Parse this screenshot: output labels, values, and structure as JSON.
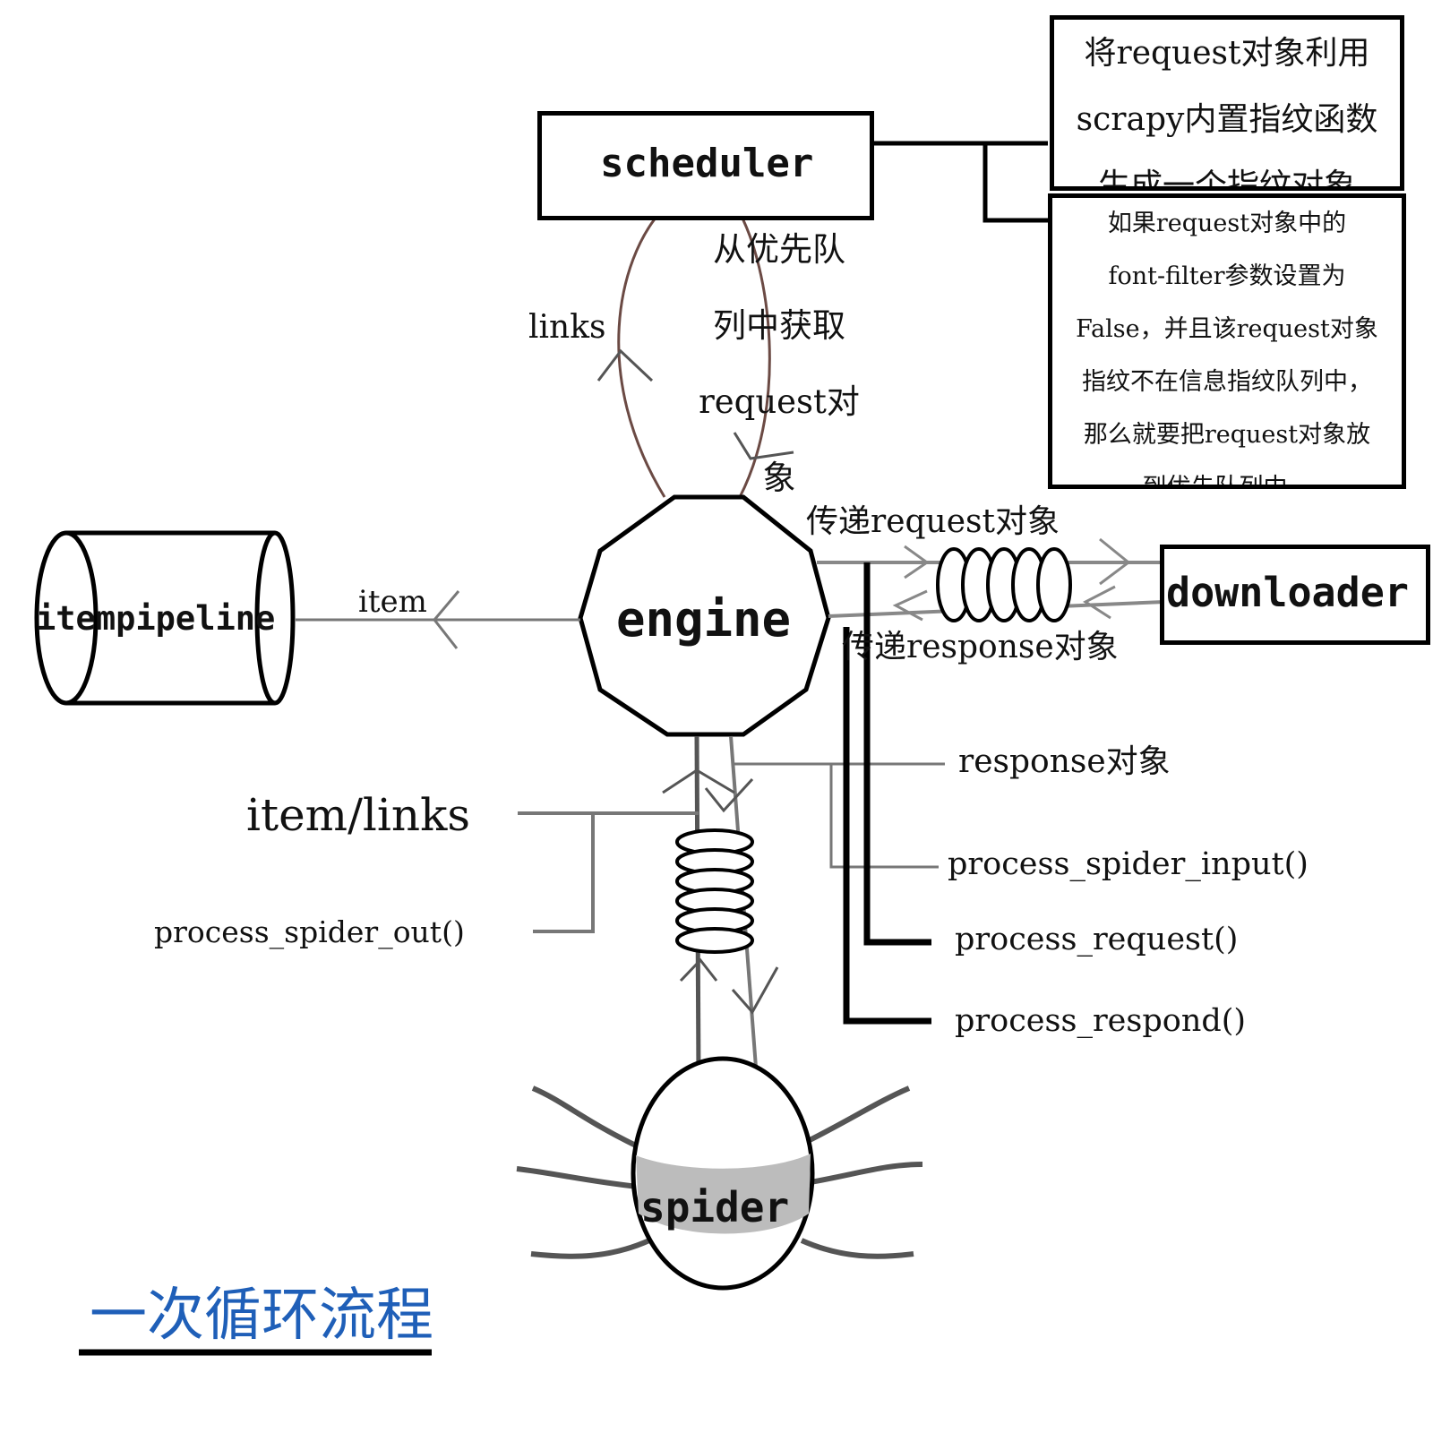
{
  "diagram": {
    "nodes": {
      "scheduler": "scheduler",
      "engine": "engine",
      "downloader": "downloader",
      "itempipeline": "itempipeline",
      "spider": "spider"
    },
    "notes": {
      "fingerprint": [
        "将request对象利用",
        "scrapy内置指纹函数",
        "生成一个指纹对象"
      ],
      "filter": [
        "如果request对象中的",
        "font-filter参数设置为",
        "False，并且该request对象",
        "指纹不在信息指纹队列中，",
        "那么就要把request对象放",
        "到优先队列中。"
      ]
    },
    "labels": {
      "links": "links",
      "fetch": [
        "从优先队",
        "列中获取",
        "request对",
        "象"
      ],
      "pass_request": "传递request对象",
      "pass_response": "传递response对象",
      "item": "item",
      "item_links": "item/links",
      "response_obj": "response对象",
      "process_spider_input": "process_spider_input()",
      "process_request": "process_request()",
      "process_respond": "process_respond()",
      "process_spider_out": "process_spider_out()"
    },
    "caption": "一次循环流程",
    "caption_color": "#1f5fb8"
  }
}
